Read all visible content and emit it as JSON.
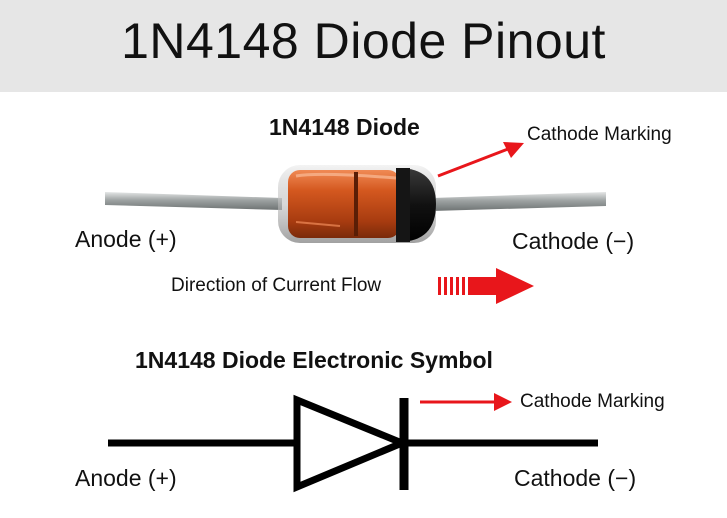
{
  "title": "1N4148 Diode Pinout",
  "photo": {
    "heading": "1N4148 Diode",
    "cathode_marking_label": "Cathode Marking",
    "anode_label": "Anode (+)",
    "cathode_label": "Cathode (−)",
    "current_flow_label": "Direction of Current Flow"
  },
  "symbol": {
    "heading": "1N4148 Diode Electronic Symbol",
    "cathode_marking_label": "Cathode Marking",
    "anode_label": "Anode (+)",
    "cathode_label": "Cathode (−)"
  },
  "colors": {
    "header_bg": "#e6e6e6",
    "arrow_red": "#e8161b",
    "diode_body": "#c8501c",
    "cathode_band": "#141414",
    "lead_metal": "#b4b8b8"
  }
}
